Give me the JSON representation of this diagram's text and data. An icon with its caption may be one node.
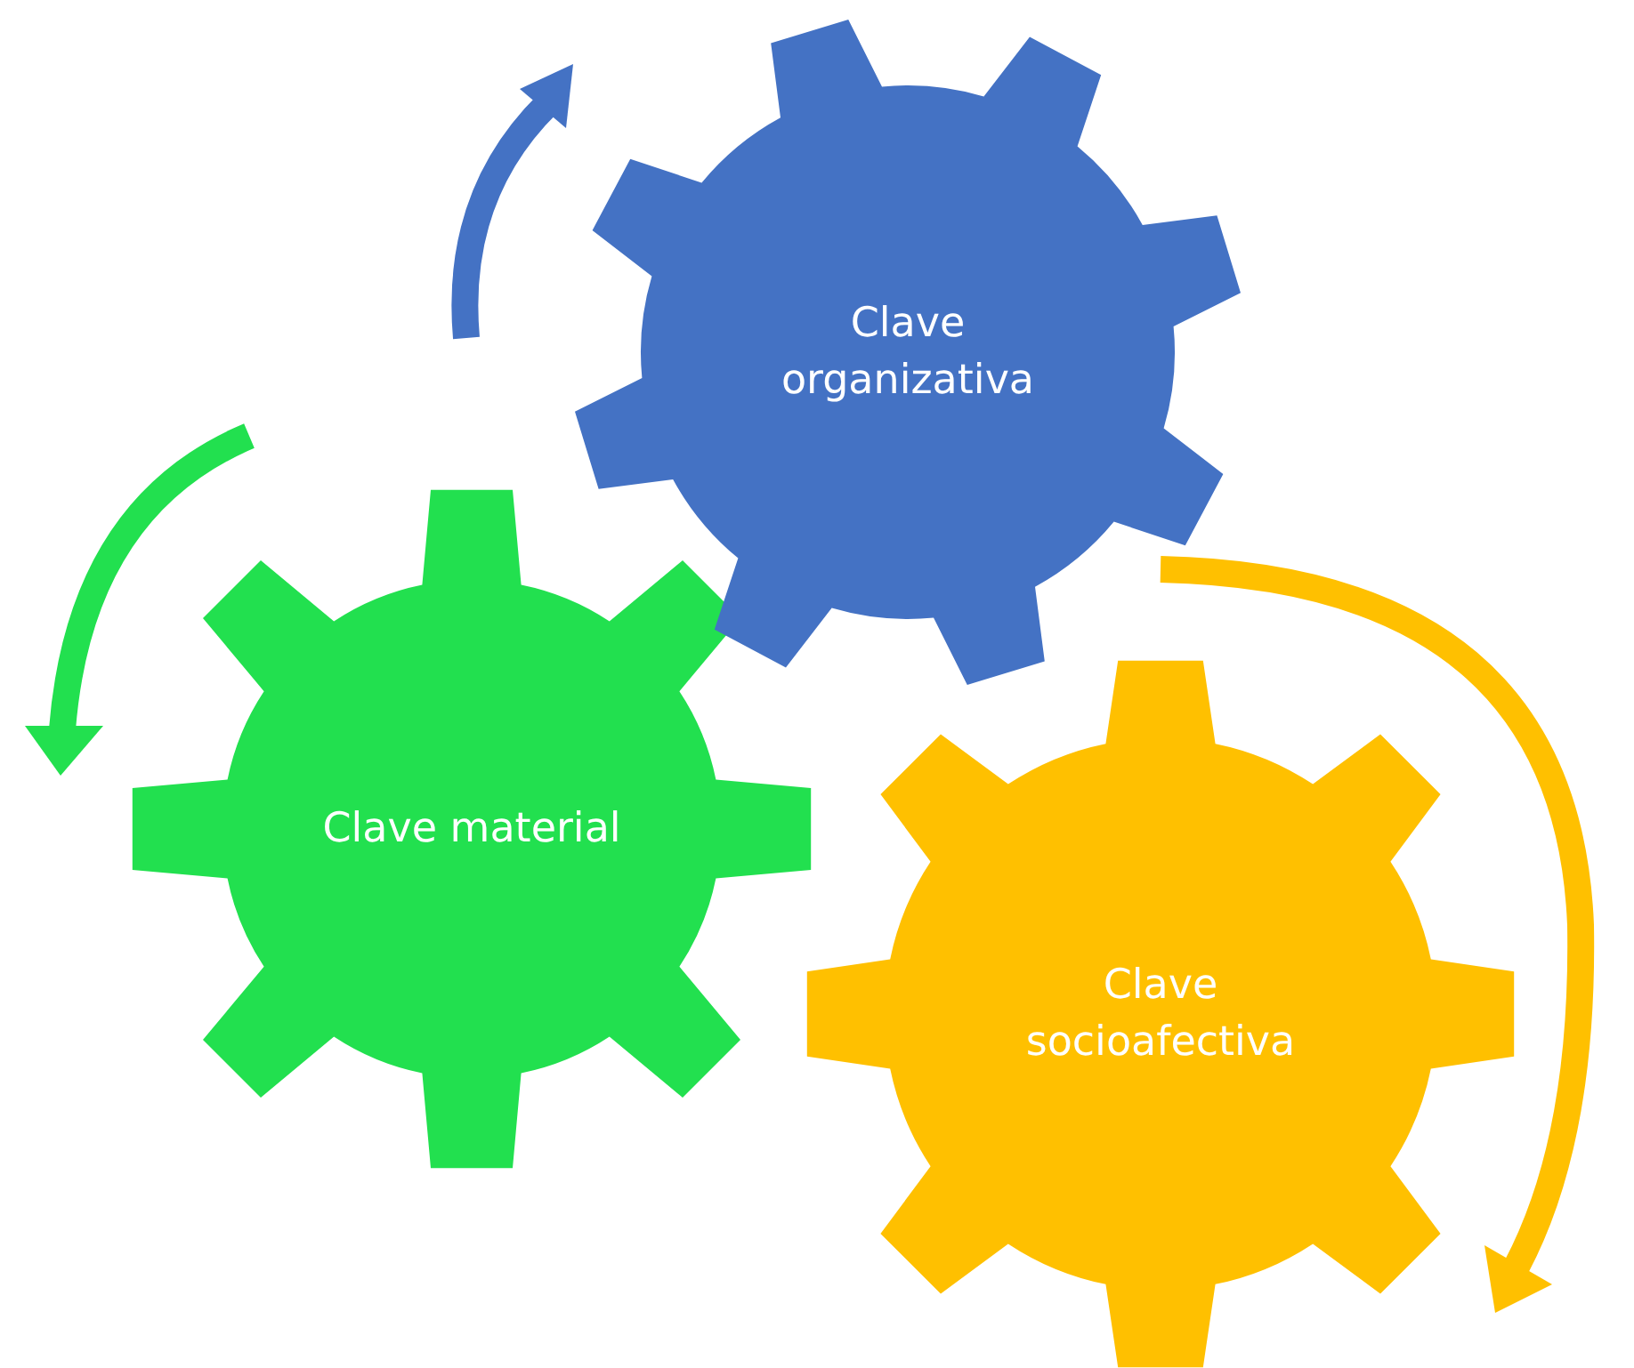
{
  "diagram": {
    "nodes": [
      {
        "text": [
          "Clave organizativa"
        ]
      },
      {
        "text": [
          "Clave material"
        ]
      },
      {
        "text": [
          "Clave socioafectiva"
        ]
      }
    ]
  }
}
